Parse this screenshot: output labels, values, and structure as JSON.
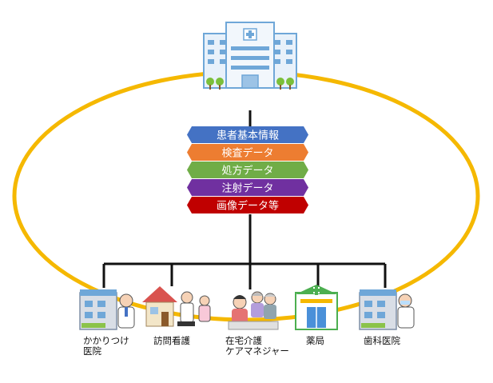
{
  "colors": {
    "ring": "#F5B800",
    "connector": "#111111",
    "hospital_blue": "#6FA7D8",
    "banner_1": "#4472C4",
    "banner_2": "#ED7D31",
    "banner_3": "#70AD47",
    "banner_4": "#7030A0",
    "banner_5": "#C00000"
  },
  "center": {
    "icon": "hospital-icon",
    "data_items": [
      {
        "label": "患者基本情報",
        "color": "#4472C4"
      },
      {
        "label": "検査データ",
        "color": "#ED7D31"
      },
      {
        "label": "処方データ",
        "color": "#70AD47"
      },
      {
        "label": "注射データ",
        "color": "#7030A0"
      },
      {
        "label": "画像データ等",
        "color": "#C00000"
      }
    ]
  },
  "nodes": [
    {
      "label": "かかりつけ\n医院",
      "icon": "clinic-doctor-icon"
    },
    {
      "label": "訪問看護",
      "icon": "home-nursing-icon"
    },
    {
      "label": "在宅介護\nケアマネジャー",
      "icon": "care-manager-icon"
    },
    {
      "label": "薬局",
      "icon": "pharmacy-icon"
    },
    {
      "label": "歯科医院",
      "icon": "dental-clinic-icon"
    }
  ]
}
